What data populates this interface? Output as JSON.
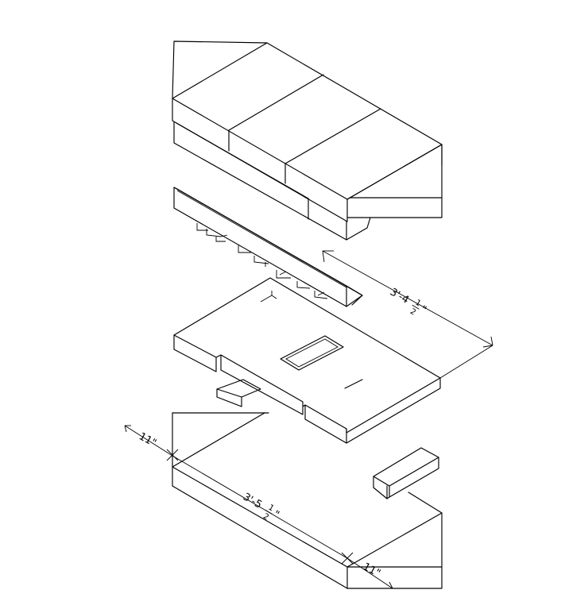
{
  "dimensions": {
    "top_length": {
      "whole": "3'-4",
      "num": "1",
      "den": "2",
      "unit": "\""
    },
    "bottom_length": {
      "whole": "3'-5",
      "num": "1",
      "den": "2",
      "unit": "\""
    },
    "left_depth": "11\"",
    "right_depth": "11\""
  }
}
